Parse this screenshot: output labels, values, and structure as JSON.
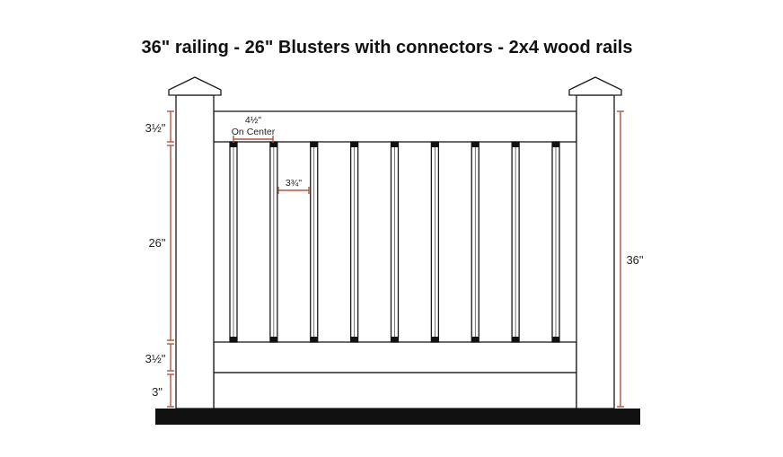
{
  "title": "36\" railing - 26\" Blusters with connectors - 2x4 wood rails",
  "labels": {
    "top_rail": "3½\"",
    "baluster_height": "26\"",
    "bottom_rail": "3½\"",
    "ground_gap": "3\"",
    "total_height": "36\"",
    "spacing_value": "4½\"",
    "spacing_note": "On Center",
    "baluster_width": "3¾\""
  },
  "baluster_count": 9,
  "colors": {
    "outline": "#1a1a1a",
    "dimension": "#b5563b",
    "ground": "#111111",
    "connector": "#111111",
    "background": "#ffffff"
  }
}
